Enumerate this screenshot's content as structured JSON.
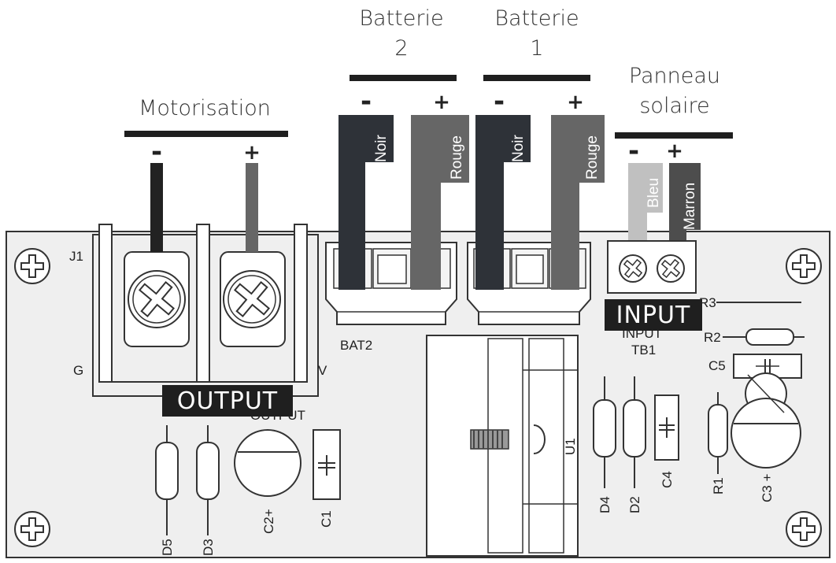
{
  "groups": {
    "motor": {
      "title": "Motorisation",
      "minus": "-",
      "plus": "+"
    },
    "battery2": {
      "line1": "Batterie",
      "line2": "2",
      "minus": "-",
      "plus": "+",
      "wire_neg": "Noir",
      "wire_pos": "Rouge"
    },
    "battery1": {
      "line1": "Batterie",
      "line2": "1",
      "minus": "-",
      "plus": "+",
      "wire_neg": "Noir",
      "wire_pos": "Rouge"
    },
    "solar": {
      "line1": "Panneau",
      "line2": "solaire",
      "minus": "-",
      "plus": "+",
      "wire_neg": "Bleu",
      "wire_pos": "Marron"
    }
  },
  "board": {
    "j1": "J1",
    "g": "G",
    "v": "V",
    "bat2": "BAT2",
    "output_banner": "OUTPUT",
    "output_silk": "OUTPUT",
    "input_banner": "INPUT",
    "input_silk": "INPUT",
    "tb1": "TB1",
    "r3": "R3",
    "r2": "R2",
    "c5": "C5",
    "u1": "U1",
    "d5": "D5",
    "d3": "D3",
    "c2": "C2+",
    "c1": "C1",
    "d4": "D4",
    "d2": "D2",
    "c4": "C4",
    "r1": "R1",
    "c3": "C3 +"
  },
  "colors": {
    "board_fill": "#efefef",
    "outline": "#333333",
    "wire_black": "#2e3238",
    "wire_red": "#666666",
    "wire_blue": "#c0c0c0",
    "wire_brown": "#4d4d4d",
    "banner": "#1f1f1f"
  }
}
